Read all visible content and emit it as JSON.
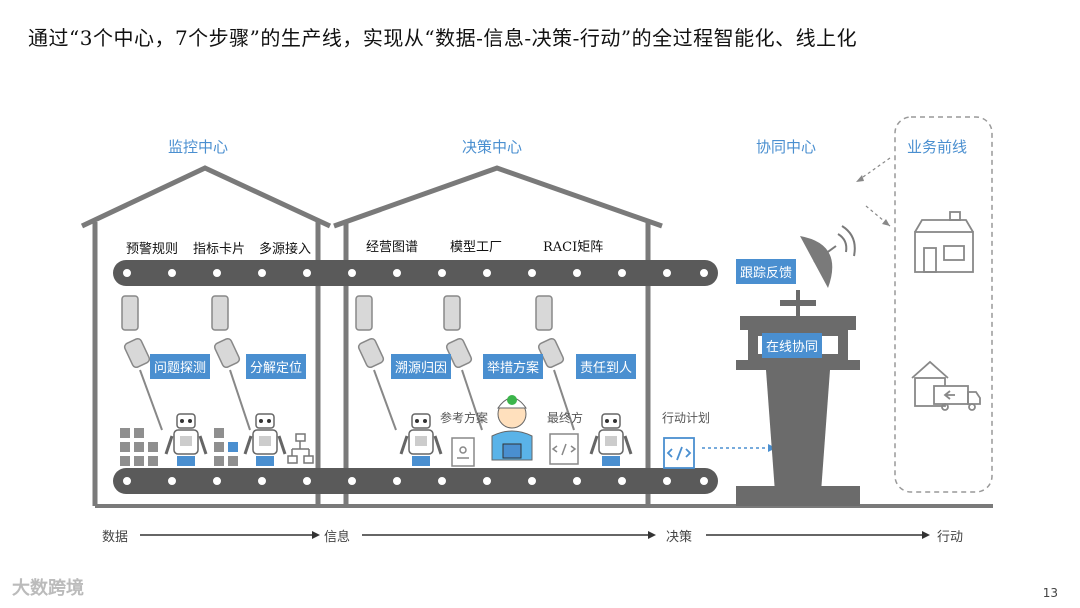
{
  "title": "通过“3个中心，7个步骤”的生产线，实现从“数据-信息-决策-行动”的全过程智能化、线上化",
  "centers": {
    "monitor": "监控中心",
    "decision": "决策中心",
    "collab": "协同中心",
    "frontline": "业务前线"
  },
  "upper_labels": {
    "warning_rules": "预警规则",
    "indicator_cards": "指标卡片",
    "multi_source": "多源接入",
    "business_graph": "经营图谱",
    "model_factory": "模型工厂",
    "raci_matrix": "RACI矩阵"
  },
  "steps": {
    "detect": "问题探测",
    "decompose": "分解定位",
    "trace": "溯源归因",
    "measures": "举措方案",
    "assign": "责任到人",
    "feedback": "跟踪反馈",
    "online_collab": "在线协同"
  },
  "notes": {
    "reference_plan": "参考方案",
    "final_plan": "最终方",
    "action_plan": "行动计划"
  },
  "axis": {
    "data": "数据",
    "info": "信息",
    "decision": "决策",
    "action": "行动"
  },
  "logo": "大数跨境",
  "page_number": "13",
  "colors": {
    "accent": "#4a8fd0",
    "structure": "#7a7a7a",
    "belt": "#5a5a5a",
    "tower": "#6b6b6b"
  }
}
